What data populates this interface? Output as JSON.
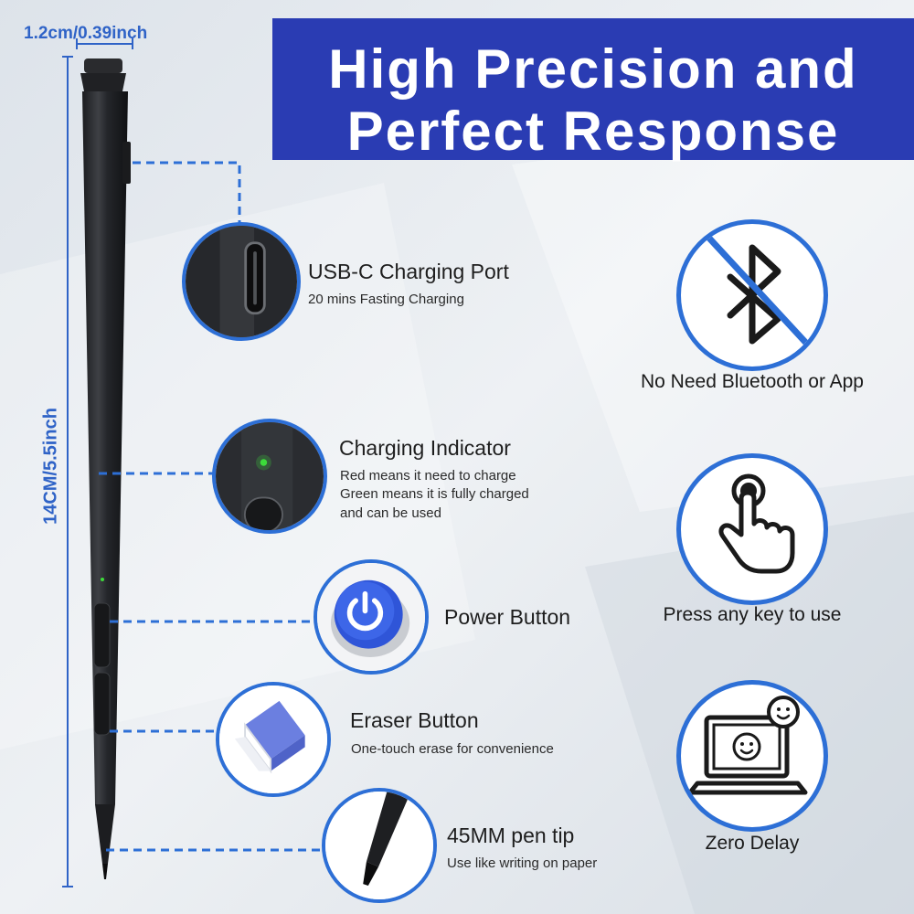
{
  "headline": {
    "line1": "High Precision and",
    "line2": "Perfect Response"
  },
  "dimensions": {
    "width_label": "1.2cm/0.39inch",
    "length_label": "14CM/5.5inch"
  },
  "features": [
    {
      "title": "USB-C Charging Port",
      "lines": [
        "20 mins Fasting Charging"
      ],
      "icon": "usb-c-port-icon"
    },
    {
      "title": "Charging Indicator",
      "lines": [
        "Red means it need to charge",
        "Green means it is fully charged",
        "and can be used"
      ],
      "icon": "indicator-light-icon"
    },
    {
      "title": "Power Button",
      "lines": [],
      "icon": "power-icon"
    },
    {
      "title": "Eraser Button",
      "lines": [
        "One-touch erase for convenience"
      ],
      "icon": "eraser-icon"
    },
    {
      "title": "45MM pen tip",
      "lines": [
        "Use like writing on paper"
      ],
      "icon": "pen-tip-icon"
    }
  ],
  "benefits": [
    {
      "label": "No Need Bluetooth or App",
      "icon": "no-bluetooth-icon"
    },
    {
      "label": "Press any key to use",
      "icon": "touch-hand-icon"
    },
    {
      "label": "Zero Delay",
      "icon": "laptop-smile-icon"
    }
  ],
  "colors": {
    "banner": "#2a3cb3",
    "accent": "#2d6fd6",
    "dimension_text": "#2f63c7",
    "indicator_green": "#3ddc3a",
    "power_button": "#2f55d8"
  }
}
